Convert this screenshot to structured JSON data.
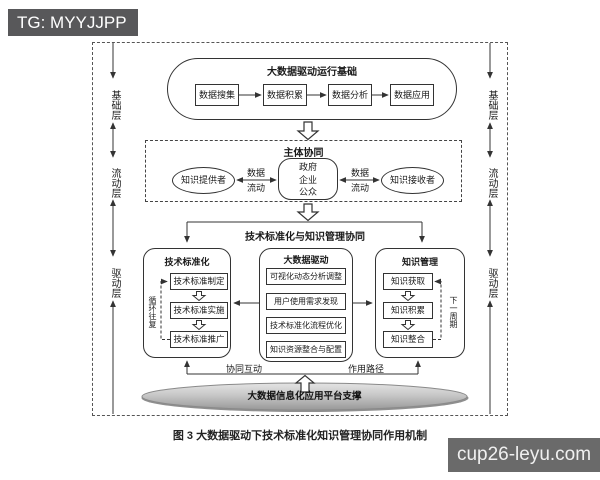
{
  "overlays": {
    "tag": "TG: MYYJJPP",
    "watermark": "cup26-leyu.com"
  },
  "layers": [
    "基础层",
    "流动层",
    "驱动层"
  ],
  "foundation": {
    "title": "大数据驱动运行基础",
    "steps": [
      "数据搜集",
      "数据积累",
      "数据分析",
      "数据应用"
    ]
  },
  "subject": {
    "title": "主体协同",
    "provider": "知识提供者",
    "center": [
      "政府",
      "企业",
      "公众"
    ],
    "receiver": "知识接收者",
    "flow_label": [
      "数据",
      "流动"
    ]
  },
  "collab": {
    "title": "技术标准化与知识管理协同",
    "standardization": {
      "title": "技术标准化",
      "items": [
        "技术标准制定",
        "技术标准实施",
        "技术标准推广"
      ],
      "cycle_label": "循环往复"
    },
    "bigdata": {
      "title": "大数据驱动",
      "items": [
        "可视化动态分析调整",
        "用户使用需求发现",
        "技术标准化流程优化",
        "知识资源整合与配置"
      ]
    },
    "knowledge": {
      "title": "知识管理",
      "items": [
        "知识获取",
        "知识积累",
        "知识整合"
      ],
      "next_cycle_label": "下一周期"
    },
    "interaction_label": "协同互动",
    "path_label": "作用路径"
  },
  "platform": {
    "label": "大数据信息化应用平台支撑"
  },
  "caption": "图 3  大数据驱动下技术标准化知识管理协同作用机制",
  "colors": {
    "tag_bg": "#58585a",
    "watermark_bg": "#6a6a6a",
    "line": "#333333",
    "platform_fill": "#bcbcbc"
  }
}
